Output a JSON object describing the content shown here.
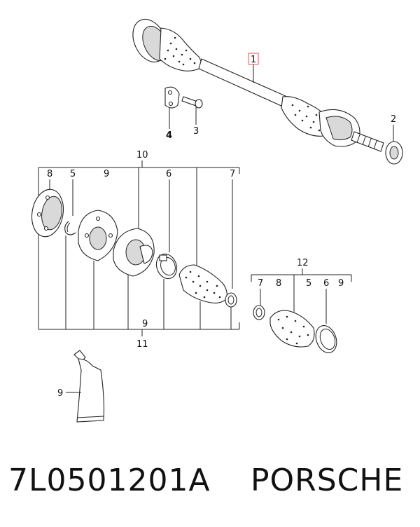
{
  "callouts": {
    "c1": "1",
    "c2": "2",
    "c3": "3",
    "c4": "4",
    "c10": "10",
    "c11": "11",
    "c12": "12",
    "g10_8": "8",
    "g10_5": "5",
    "g10_9": "9",
    "g10_6": "6",
    "g10_7": "7",
    "g11_9": "9",
    "g12_7": "7",
    "g12_8": "8",
    "g12_5": "5",
    "g12_6": "6",
    "g12_9": "9",
    "tube_9": "9"
  },
  "footer": {
    "part_number": "7L0501201A",
    "brand": "PORSCHE"
  },
  "colors": {
    "highlight_box": "#e05a5a",
    "line": "#222222"
  }
}
